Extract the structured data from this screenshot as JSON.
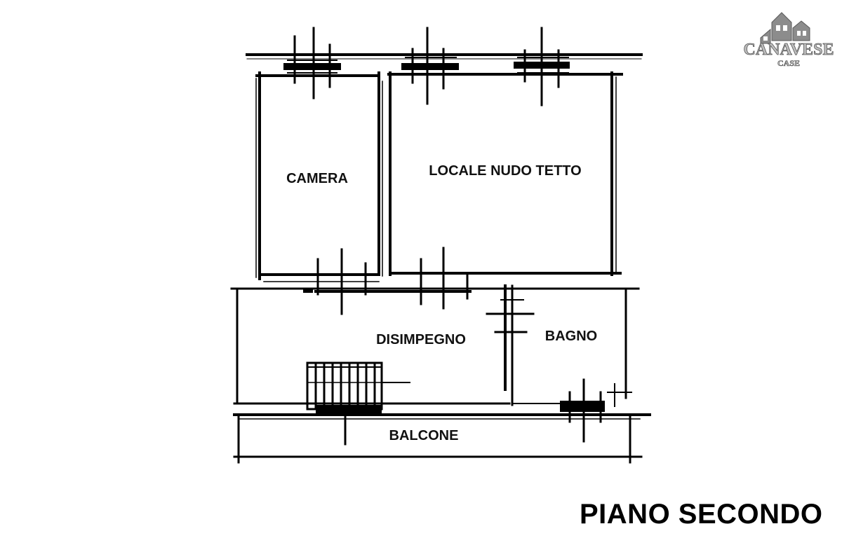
{
  "logo": {
    "brand": "CANAVESE",
    "sub": "CASE"
  },
  "plan": {
    "rooms": {
      "camera": "CAMERA",
      "locale": "LOCALE NUDO TETTO",
      "disimpegno": "DISIMPEGNO",
      "bagno": "BAGNO",
      "balcone": "BALCONE"
    }
  },
  "floor_title": "PIANO SECONDO",
  "colors": {
    "ink": "#000000",
    "logo_gray": "#8c8c8c"
  }
}
